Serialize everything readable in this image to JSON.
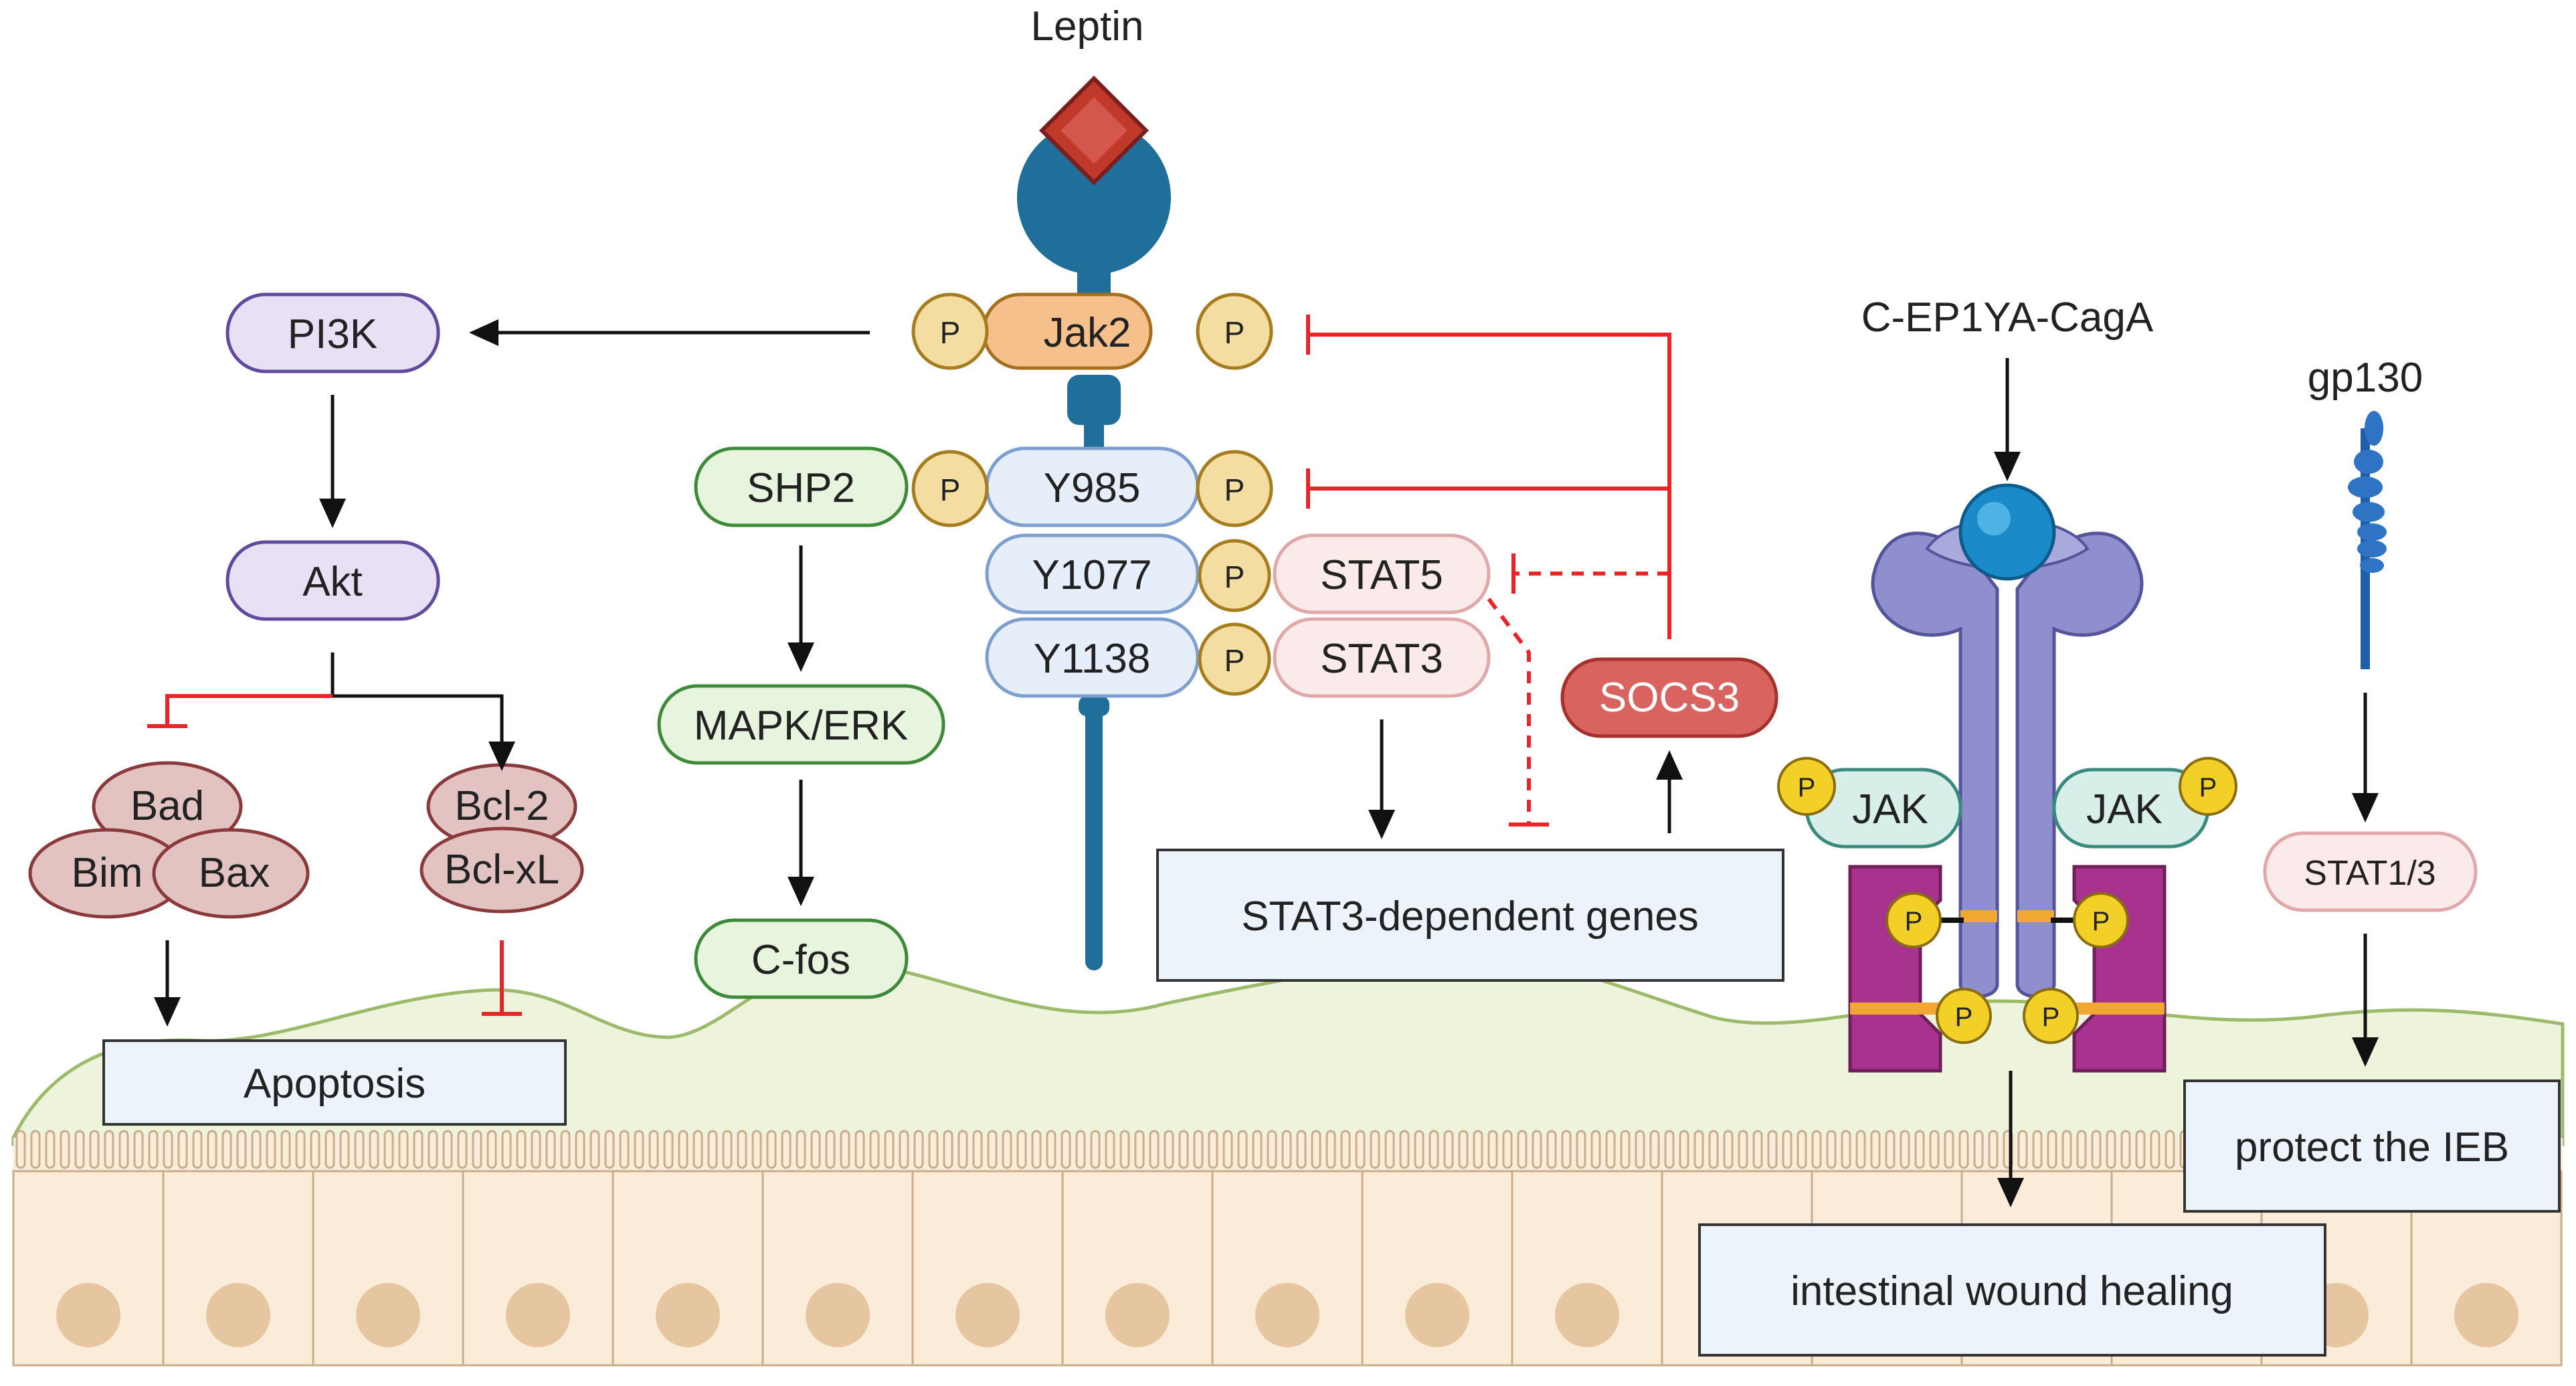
{
  "labels": {
    "leptin": "Leptin",
    "jak2": "Jak2",
    "pi3k": "PI3K",
    "akt": "Akt",
    "bad": "Bad",
    "bim": "Bim",
    "bax": "Bax",
    "bcl2": "Bcl-2",
    "bclxl": "Bcl-xL",
    "apoptosis": "Apoptosis",
    "shp2": "SHP2",
    "mapk_erk": "MAPK/ERK",
    "cfos": "C-fos",
    "y985": "Y985",
    "y1077": "Y1077",
    "y1138": "Y1138",
    "stat5": "STAT5",
    "stat3": "STAT3",
    "socs3": "SOCS3",
    "stat3_genes": "STAT3-dependent genes",
    "cagA": "C-EP1YA-CagA",
    "jak": "JAK",
    "gp130": "gp130",
    "stat13": "STAT1/3",
    "protect": "protect the IEB",
    "healing": "intestinal wound healing",
    "p": "P"
  },
  "colors": {
    "receptor_blue": "#1f6f9a",
    "leptin_red": "#c0392b",
    "inhibit_red": "#e8262a",
    "pi3k_fill": "#e8e1f6",
    "pi3k_stroke": "#5f4a9e",
    "apop_fill": "#e3c2c2",
    "apop_stroke": "#8a3a3a",
    "shp2_fill": "#e7f4de",
    "shp2_stroke": "#3f8a3a",
    "ytile_fill": "#e6eefa",
    "ytile_stroke": "#7d9fcf",
    "stat_fill": "#fbeaea",
    "stat_stroke": "#e0a8a8",
    "socs3_fill": "#d9635f",
    "jak2_fill": "#f6c08c",
    "p_fill": "#f4dda0",
    "tissue_fill": "#eef3dc",
    "cell_fill": "#faecd9",
    "nucleus": "#e6c6a0",
    "box_fill": "#edf3fb",
    "jak_fill": "#d8eee8",
    "jak_stroke": "#3b8a7e",
    "purple_receptor": "#8f8fcf",
    "magenta": "#a7338f",
    "yellow_p": "#f3d028"
  }
}
